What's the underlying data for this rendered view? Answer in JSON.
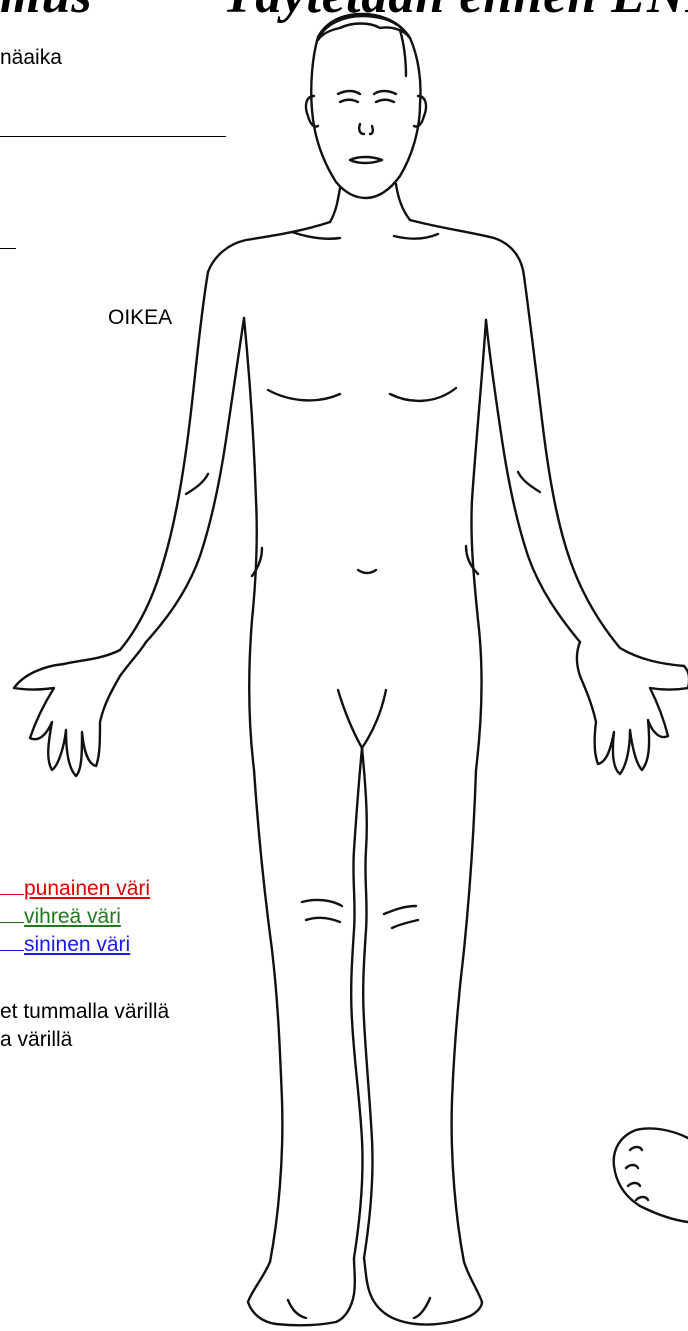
{
  "header": {
    "title_left": "mus",
    "title_right": "Täytetään ennen ENM"
  },
  "form": {
    "time_label": "näaika",
    "side_label": "OIKEA"
  },
  "legend": {
    "red_label": "punainen väri",
    "green_label": "vihreä väri",
    "blue_label": "sininen väri",
    "note_line1": "et tummalla värillä",
    "note_line2": "a värillä"
  },
  "colors": {
    "red": "#e00000",
    "green": "#1f7a1f",
    "blue": "#1a1ae6"
  }
}
